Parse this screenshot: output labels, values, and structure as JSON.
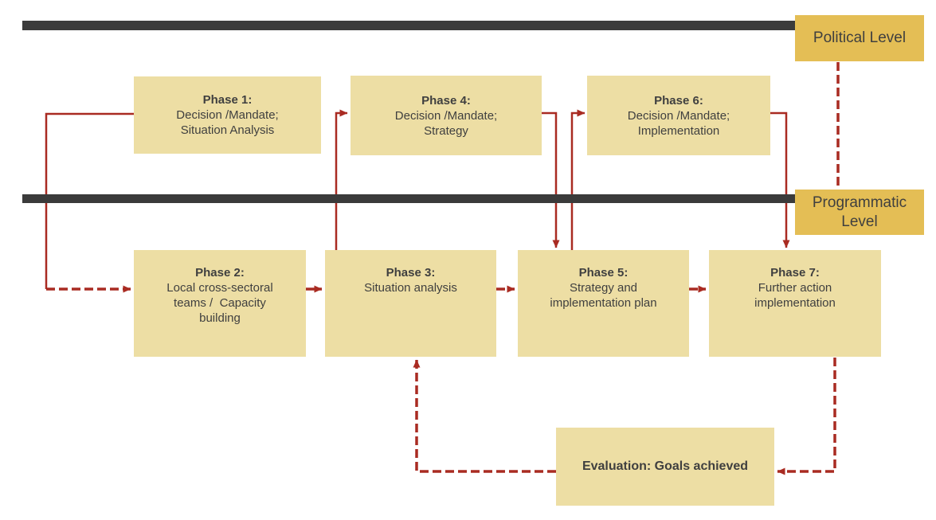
{
  "diagram": {
    "type": "flowchart",
    "colors": {
      "phase_box_fill": "#EDDEA4",
      "level_box_fill": "#E4BE55",
      "bar": "#3B3B3B",
      "arrow_red": "#A92B22",
      "text": "#3F3F3F",
      "background": "#FFFFFF"
    },
    "levels": {
      "political": {
        "label": "Political Level"
      },
      "programmatic": {
        "label": "Programmatic\nLevel"
      }
    },
    "phases": {
      "p1": {
        "title": "Phase 1:",
        "body": "Decision /Mandate;\nSituation Analysis"
      },
      "p2": {
        "title": "Phase 2:",
        "body": "Local cross-sectoral\nteams /  Capacity\nbuilding"
      },
      "p3": {
        "title": "Phase 3:",
        "body": "Situation analysis"
      },
      "p4": {
        "title": "Phase 4:",
        "body": "Decision /Mandate;\nStrategy"
      },
      "p5": {
        "title": "Phase 5:",
        "body": "Strategy and\nimplementation plan"
      },
      "p6": {
        "title": "Phase 6:",
        "body": "Decision /Mandate;\nImplementation"
      },
      "p7": {
        "title": "Phase 7:",
        "body": "Further action\nimplementation"
      }
    },
    "evaluation": {
      "label": "Evaluation: Goals achieved"
    },
    "connections": [
      {
        "id": "phase1-to-phase2",
        "from": "Phase 1",
        "to": "Phase 2",
        "style": "solid-elbow-then-dashed-arrow"
      },
      {
        "id": "phase2-to-phase3",
        "from": "Phase 2",
        "to": "Phase 3",
        "style": "dashed-arrow"
      },
      {
        "id": "phase3-to-phase4",
        "from": "Phase 3",
        "to": "Phase 4",
        "style": "solid-arrow"
      },
      {
        "id": "phase4-to-phase5",
        "from": "Phase 4",
        "to": "Phase 5",
        "style": "solid-arrow"
      },
      {
        "id": "phase3-to-phase5",
        "from": "Phase 3",
        "to": "Phase 5",
        "style": "dashed-arrow"
      },
      {
        "id": "phase5-to-phase6",
        "from": "Phase 5",
        "to": "Phase 6",
        "style": "solid-arrow"
      },
      {
        "id": "phase6-to-phase7",
        "from": "Phase 6",
        "to": "Phase 7",
        "style": "solid-arrow"
      },
      {
        "id": "phase5-to-phase7",
        "from": "Phase 5",
        "to": "Phase 7",
        "style": "dashed-arrow"
      },
      {
        "id": "political-to-programmatic",
        "from": "Political Level",
        "to": "Programmatic Level",
        "style": "dashed-line"
      },
      {
        "id": "phase7-to-evaluation",
        "from": "Phase 7",
        "to": "Evaluation",
        "style": "dashed-arrow"
      },
      {
        "id": "evaluation-to-phase3",
        "from": "Evaluation",
        "to": "Phase 3",
        "style": "dashed-arrow"
      }
    ]
  }
}
